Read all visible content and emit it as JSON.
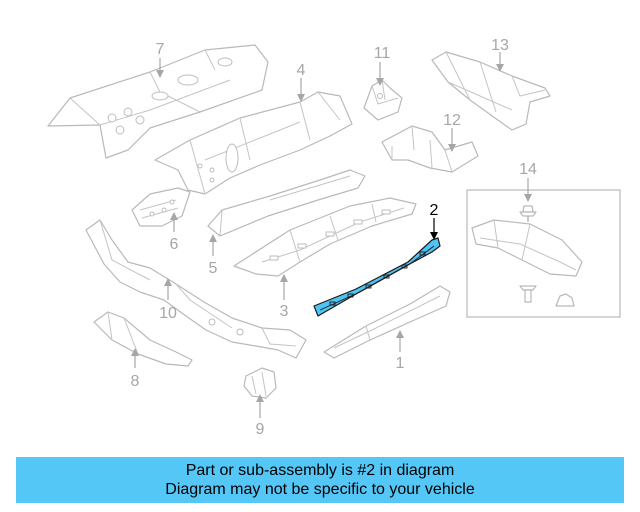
{
  "diagram": {
    "callouts": [
      "1",
      "2",
      "3",
      "4",
      "5",
      "6",
      "7",
      "8",
      "9",
      "10",
      "11",
      "12",
      "13",
      "14"
    ],
    "highlighted_part": "2",
    "highlight_color": "#4ec3f4"
  },
  "banner": {
    "line1": "Part or sub-assembly is #2 in diagram",
    "line2": "Diagram may not be specific to your vehicle",
    "color": "#55c7f7"
  }
}
